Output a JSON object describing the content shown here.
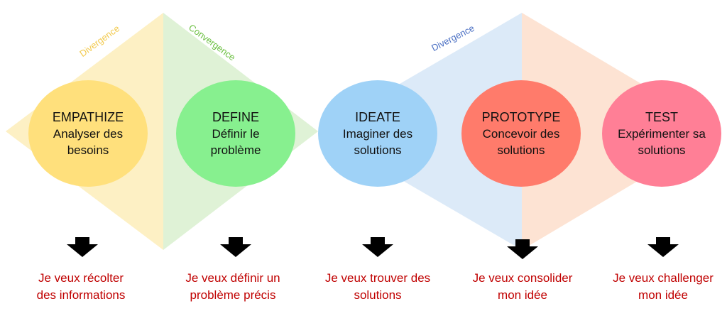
{
  "phases": [
    {
      "label": "Divergence",
      "color": "#f2c94c"
    },
    {
      "label": "Convergence",
      "color": "#6abf40"
    },
    {
      "label": "Divergence",
      "color": "#4a6fc3"
    }
  ],
  "stages": [
    {
      "title": "EMPATHIZE",
      "desc": "Analyser des besoins",
      "color": "#ffe07c",
      "caption": "Je veux récolter\ndes informations",
      "arrow_icon": "arrow-down-icon"
    },
    {
      "title": "DEFINE",
      "desc": "Définir le problème",
      "color": "#87f08f",
      "caption": "Je veux  définir un\nproblème précis",
      "arrow_icon": "arrow-down-icon"
    },
    {
      "title": "IDEATE",
      "desc": "Imaginer des solutions",
      "color": "#9fd2f7",
      "caption": "Je veux trouver des\nsolutions",
      "arrow_icon": "arrow-down-icon"
    },
    {
      "title": "PROTOTYPE",
      "desc": "Concevoir des solutions",
      "color": "#ff7b6b",
      "caption": "Je veux consolider\nmon idée",
      "arrow_icon": "arrow-down-icon"
    },
    {
      "title": "TEST",
      "desc": "Expérimenter sa solutions",
      "color": "#ff7f96",
      "caption": "Je veux challenger\nmon idée",
      "arrow_icon": "arrow-down-icon"
    }
  ],
  "colors": {
    "divergence_yellow_band": "#fdf0c4",
    "convergence_green_band": "#dff2d6",
    "divergence_blue_band": "#dceaf8",
    "test_peach_band": "#fde3d3",
    "caption_red": "#c00000",
    "arrow_black": "#000000"
  }
}
